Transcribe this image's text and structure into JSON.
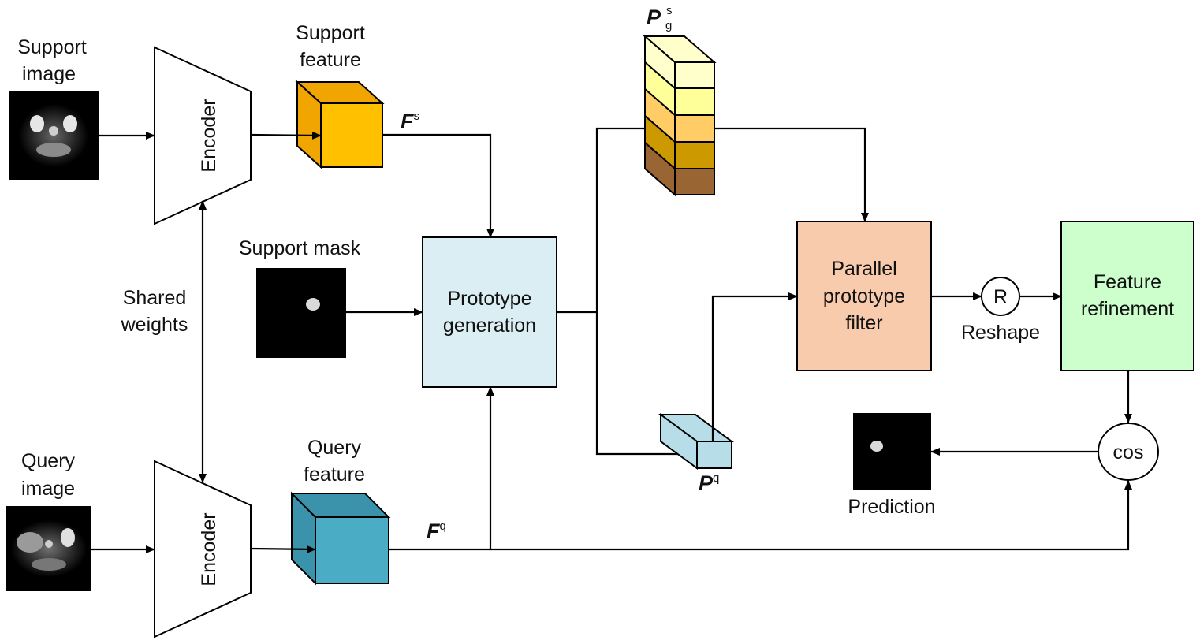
{
  "labels": {
    "support_image": [
      "Support",
      "image"
    ],
    "query_image": [
      "Query",
      "image"
    ],
    "encoder": "Encoder",
    "shared_weights": [
      "Shared",
      "weights"
    ],
    "support_feature": [
      "Support",
      "feature"
    ],
    "query_feature": [
      "Query",
      "feature"
    ],
    "support_mask": "Support mask",
    "prototype_generation": [
      "Prototype",
      "generation"
    ],
    "parallel_prototype_filter": [
      "Parallel",
      "prototype",
      "filter"
    ],
    "reshape_symbol": "R",
    "reshape": "Reshape",
    "feature_refinement": [
      "Feature",
      "refinement"
    ],
    "cos": "cos",
    "prediction": "Prediction"
  },
  "symbols": {
    "support_feature": {
      "base": "F",
      "sup": "s"
    },
    "query_feature": {
      "base": "F",
      "sup": "q"
    },
    "support_prototypes": {
      "base": "P",
      "sup": "s",
      "sub": "g"
    },
    "query_prototype": {
      "base": "P",
      "sup": "q"
    }
  },
  "colors": {
    "support_feature_front": "#FFC000",
    "support_feature_side": "#F0A500",
    "query_feature_front": "#4BACC6",
    "query_feature_side": "#3A93AB",
    "prototype_generation": "#DAEEF3",
    "parallel_prototype_filter": "#F8CBAD",
    "feature_refinement": "#CCFFCC",
    "query_prototype": "#B7DEE8",
    "prototype_stack": [
      "#FFFFCC",
      "#FFFF99",
      "#FFCC66",
      "#CC9900",
      "#996633"
    ]
  }
}
